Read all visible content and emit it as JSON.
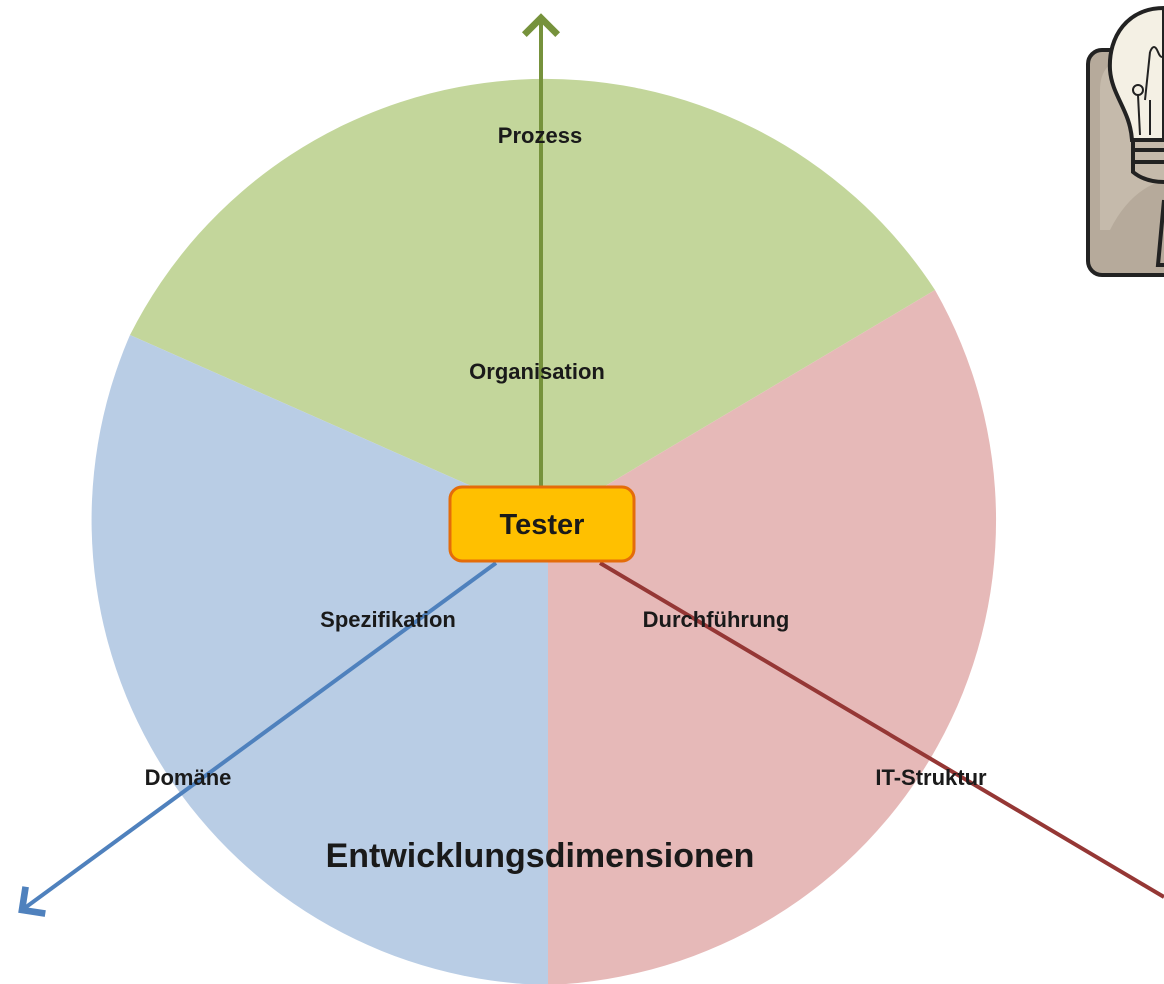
{
  "center": {
    "label": "Tester"
  },
  "axes": {
    "process": {
      "outer_label": "Prozess",
      "inner_label": "Organisation",
      "color": "#76923c"
    },
    "domain": {
      "outer_label": "Domäne",
      "inner_label": "Spezifikation",
      "color": "#4f81bd"
    },
    "it": {
      "outer_label": "IT-Struktur",
      "inner_label": "Durchführung",
      "color": "#953735"
    }
  },
  "sectors": {
    "green": "#c3d69b",
    "blue": "#b9cde5",
    "red": "#e6b9b8"
  },
  "title": "Entwicklungsdimensionen",
  "icons": {
    "corner": "lightbulb-icon"
  },
  "center_box": {
    "fill": "#ffc000",
    "stroke": "#e46c0a"
  }
}
